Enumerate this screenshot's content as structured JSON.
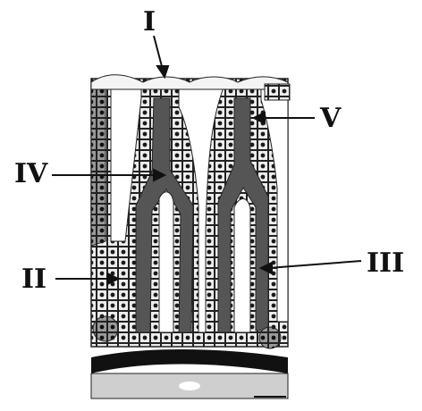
{
  "diagram": {
    "labels": {
      "one": "I",
      "two": "II",
      "three": "III",
      "four": "IV",
      "five": "V"
    },
    "colors": {
      "lumen": "#ffffff",
      "lamina": "#555555",
      "cell_fill": "#ececec",
      "cell_edge": "#222222",
      "nucleus": "#1a1a1a",
      "muscle": "#111111",
      "submucosa": "#cfcfcf"
    }
  }
}
